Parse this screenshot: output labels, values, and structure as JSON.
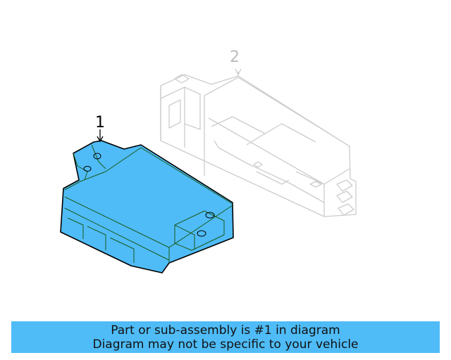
{
  "diagram": {
    "callouts": [
      {
        "number": "1",
        "label": "highlighted part",
        "color": "#000000"
      },
      {
        "number": "2",
        "label": "related part (grayed)",
        "color": "#bbbbbb"
      }
    ],
    "highlight_color": "#4FBCF7",
    "outline_color": "#cccccc"
  },
  "banner": {
    "line1": "Part or sub-assembly is #1 in diagram",
    "line2": "Diagram may not be specific to your vehicle",
    "background": "#4FBCF7"
  }
}
